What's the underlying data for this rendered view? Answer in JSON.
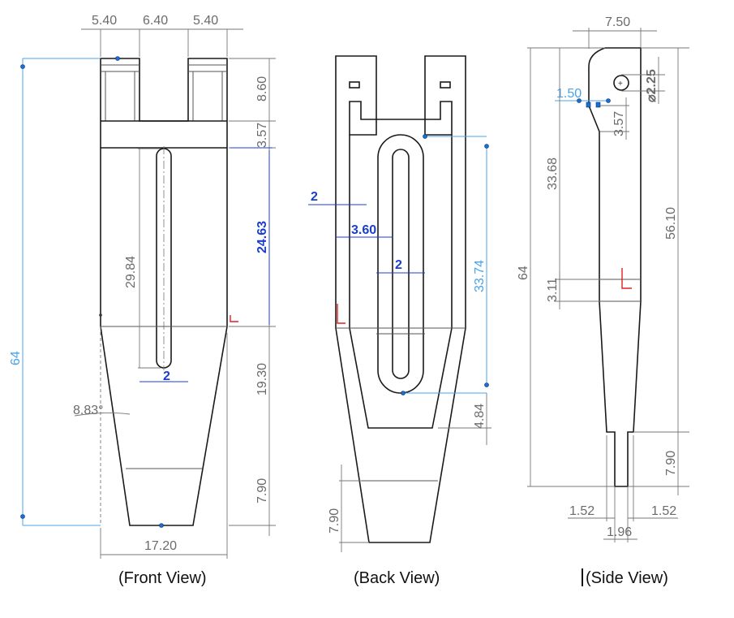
{
  "views": {
    "front": {
      "caption": "(Front View)",
      "dims": {
        "top_left": "5.40",
        "top_mid": "6.40",
        "top_right": "5.40",
        "right_top": "8.60",
        "right_band": "3.57",
        "slot_upper": "24.63",
        "slot_length": "29.84",
        "slot_width": "2",
        "lower": "19.30",
        "bottom": "7.90",
        "width": "17.20",
        "overall": "64",
        "angle": "8.83°"
      }
    },
    "back": {
      "caption": "(Back View)",
      "dims": {
        "wall": "2",
        "inner": "3.60",
        "slot": "2",
        "slot_length": "33.74",
        "bottom_gap": "4.84",
        "bottom": "7.90"
      }
    },
    "side": {
      "caption": "(Side View)",
      "dims": {
        "width": "7.50",
        "hole": "⌀2.25",
        "notch": "1.50",
        "band": "3.57",
        "upper": "33.68",
        "mid": "3.11",
        "overall": "64",
        "main": "56.10",
        "bottom": "7.90",
        "left_off": "1.52",
        "right_off": "1.52",
        "tip": "1.96"
      }
    }
  },
  "colors": {
    "outline": "#1a1a1a",
    "dimension": "#777777",
    "driven_dim": "#1a3fd0",
    "reference_dim": "#4aa3e8",
    "origin_marker": "#e02020"
  }
}
